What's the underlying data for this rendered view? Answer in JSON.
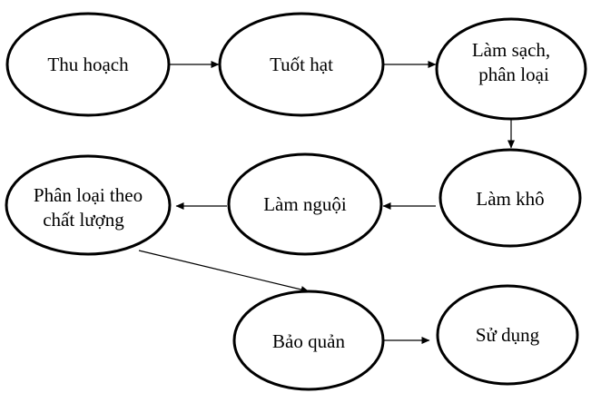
{
  "colors": {
    "background": "#ffffff",
    "stroke": "#000000",
    "text": "#000000"
  },
  "nodes": [
    {
      "id": "thu-hoach",
      "lines": [
        "Thu hoạch"
      ]
    },
    {
      "id": "tuot-hat",
      "lines": [
        "Tuốt hạt"
      ]
    },
    {
      "id": "lam-sach",
      "lines": [
        "Làm sạch,",
        "phân loại"
      ]
    },
    {
      "id": "lam-kho",
      "lines": [
        "Làm khô"
      ]
    },
    {
      "id": "lam-nguoi",
      "lines": [
        "Làm nguội"
      ]
    },
    {
      "id": "phan-loai-chat-luong",
      "lines": [
        "Phân loại theo",
        "chất lượng"
      ]
    },
    {
      "id": "bao-quan",
      "lines": [
        "Bảo quản"
      ]
    },
    {
      "id": "su-dung",
      "lines": [
        "Sử dụng"
      ]
    }
  ],
  "edges": [
    {
      "from": "thu-hoach",
      "to": "tuot-hat"
    },
    {
      "from": "tuot-hat",
      "to": "lam-sach"
    },
    {
      "from": "lam-sach",
      "to": "lam-kho"
    },
    {
      "from": "lam-kho",
      "to": "lam-nguoi"
    },
    {
      "from": "lam-nguoi",
      "to": "phan-loai-chat-luong"
    },
    {
      "from": "phan-loai-chat-luong",
      "to": "bao-quan"
    },
    {
      "from": "bao-quan",
      "to": "su-dung"
    }
  ]
}
